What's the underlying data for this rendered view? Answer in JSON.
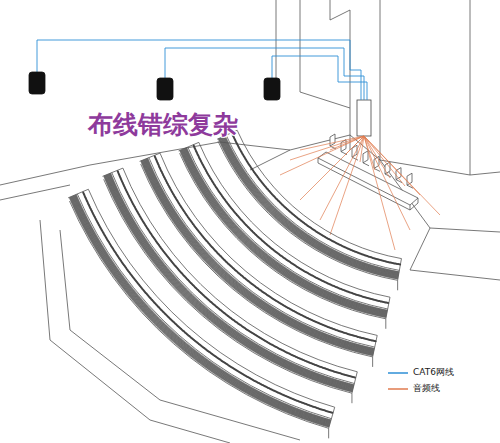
{
  "diagram": {
    "title": "布线错综复杂",
    "legend": [
      {
        "text": "CAT6网线"
      },
      {
        "text": "音频线"
      }
    ]
  }
}
